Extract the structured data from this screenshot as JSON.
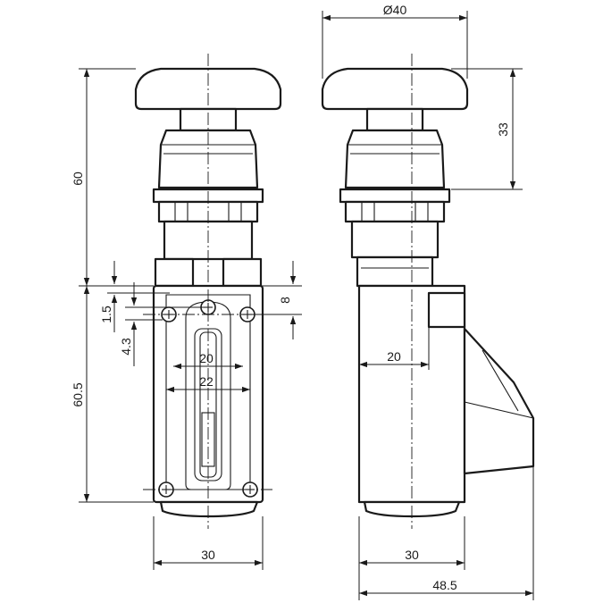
{
  "drawing": {
    "dimensions": {
      "diameter_40": "Ø40",
      "height_33": "33",
      "height_60": "60",
      "height_60_5": "60.5",
      "offset_1_5": "1.5",
      "offset_4_3": "4.3",
      "offset_8": "8",
      "slot_20": "20",
      "slot_22": "22",
      "body_20": "20",
      "width_30_front": "30",
      "width_30_side": "30",
      "width_48_5": "48.5"
    }
  }
}
